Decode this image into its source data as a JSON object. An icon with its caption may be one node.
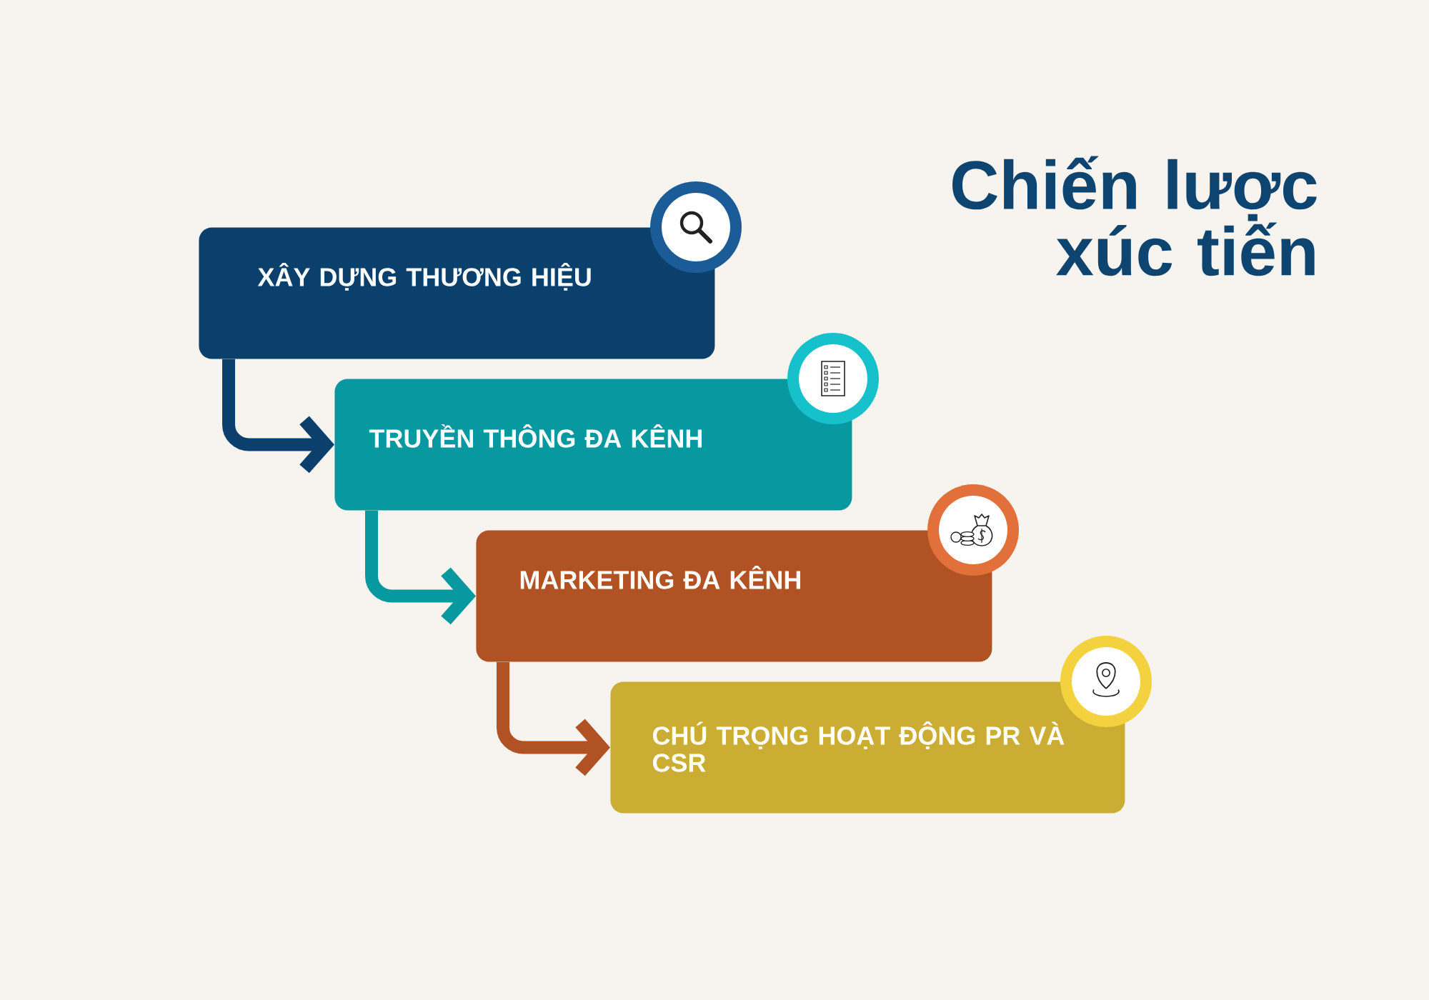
{
  "diagram": {
    "title": "Chiến lược xúc tiến",
    "nodes": [
      {
        "text": [
          "XÂY DỰNG THƯƠNG HIỆU"
        ]
      },
      {
        "text": [
          "TRUYỀN THÔNG ĐA KÊNH"
        ]
      },
      {
        "text": [
          "MARKETING ĐA KÊNH"
        ]
      },
      {
        "text": [
          "CHÚ TRỌNG HOẠT ĐỘNG PR VÀ CSR"
        ]
      }
    ],
    "edges": [
      {
        "from": 0,
        "to": 1,
        "arrow": "to",
        "color": "#0b406c"
      },
      {
        "from": 1,
        "to": 2,
        "arrow": "to",
        "color": "#0898a0"
      },
      {
        "from": 2,
        "to": 3,
        "arrow": "to",
        "color": "#b05223"
      }
    ]
  }
}
